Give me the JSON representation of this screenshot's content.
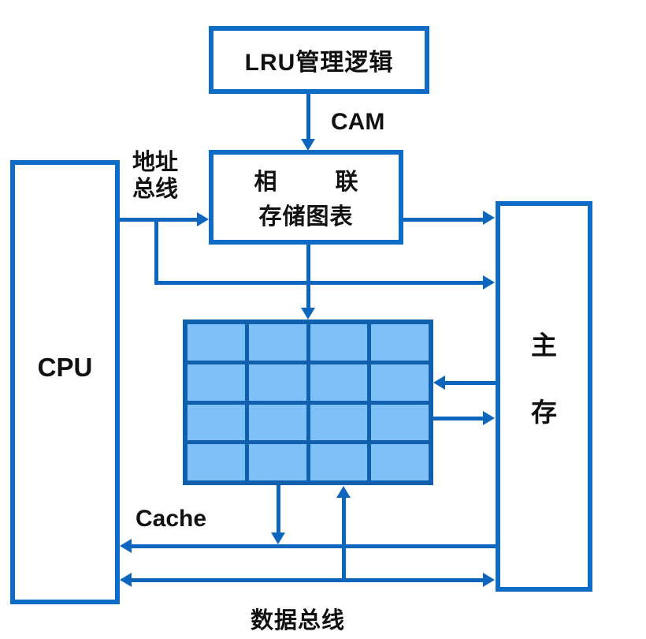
{
  "diagram": {
    "colors": {
      "line_blue": "#0d66bd",
      "box_border_blue": "#0f6cc6",
      "grid_line_blue": "#1160ae",
      "grid_fill_light_blue": "#7ec0fa",
      "text_black": "#111111",
      "background": "#ffffff"
    },
    "nodes": {
      "lru": {
        "label": "LRU管理逻辑"
      },
      "assoc": {
        "line1_left": "相",
        "line1_right": "联",
        "line2": "存储图表"
      },
      "cpu": {
        "label": "CPU"
      },
      "memory": {
        "char1": "主",
        "char2": "存"
      },
      "cache_grid": {
        "rows": 4,
        "cols": 4
      }
    },
    "labels": {
      "cam": "CAM",
      "address_bus": [
        "地址",
        "总线"
      ],
      "cache": "Cache",
      "data_bus": "数据总线"
    }
  }
}
